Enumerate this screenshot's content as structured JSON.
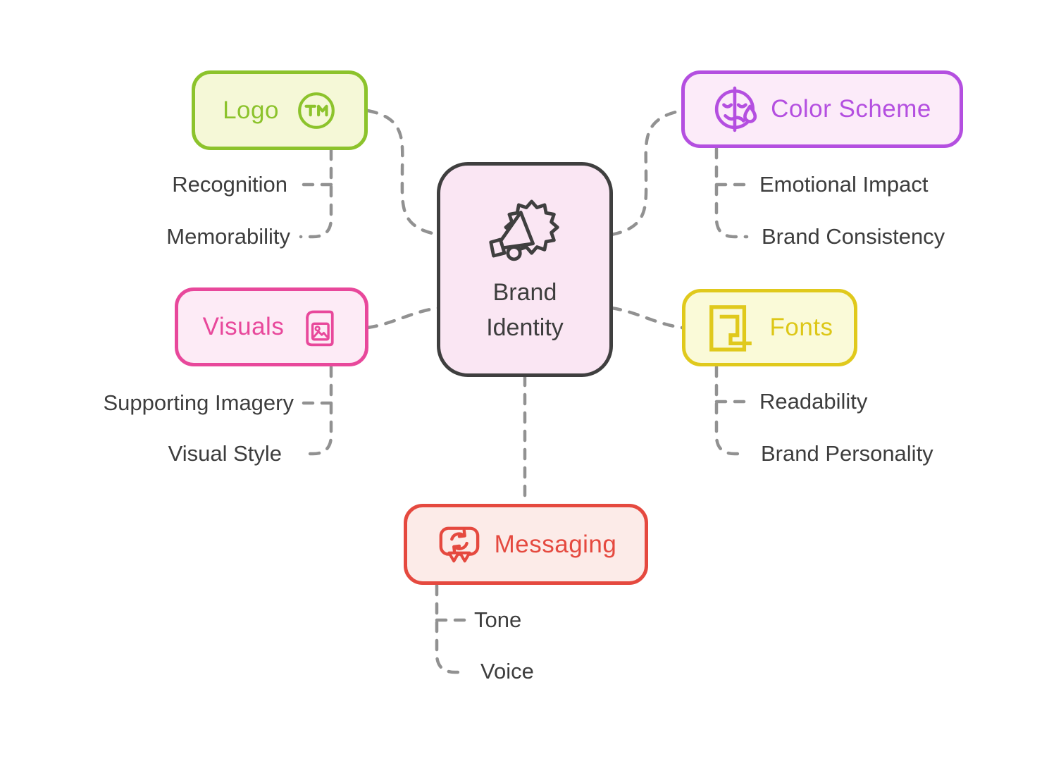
{
  "diagram": {
    "type": "mindmap",
    "connector_color": "#919191",
    "center": {
      "label": "Brand Identity",
      "lines": [
        "Brand",
        "Identity"
      ],
      "icon": "megaphone-badge-icon",
      "bg": "#fae6f3",
      "border": "#3f3f3f"
    },
    "branches": [
      {
        "id": "logo",
        "label": "Logo",
        "icon": "trademark-icon",
        "color": "#8cc32c",
        "bg": "#f5f8d7",
        "children": [
          {
            "label": "Recognition"
          },
          {
            "label": "Memorability"
          }
        ]
      },
      {
        "id": "color-scheme",
        "label": "Color Scheme",
        "icon": "emotion-face-icon",
        "color": "#b44fe0",
        "bg": "#fcebf9",
        "children": [
          {
            "label": "Emotional Impact"
          },
          {
            "label": "Brand Consistency"
          }
        ]
      },
      {
        "id": "visuals",
        "label": "Visuals",
        "icon": "photo-album-icon",
        "color": "#e8489b",
        "bg": "#fdebf6",
        "children": [
          {
            "label": "Supporting Imagery"
          },
          {
            "label": "Visual Style"
          }
        ]
      },
      {
        "id": "fonts",
        "label": "Fonts",
        "icon": "font-glyph-icon",
        "color": "#e0c91c",
        "bg": "#fafad8",
        "children": [
          {
            "label": "Readability"
          },
          {
            "label": "Brand Personality"
          }
        ]
      },
      {
        "id": "messaging",
        "label": "Messaging",
        "icon": "chat-sync-icon",
        "color": "#e5493f",
        "bg": "#fcebe8",
        "children": [
          {
            "label": "Tone"
          },
          {
            "label": "Voice"
          }
        ]
      }
    ]
  }
}
